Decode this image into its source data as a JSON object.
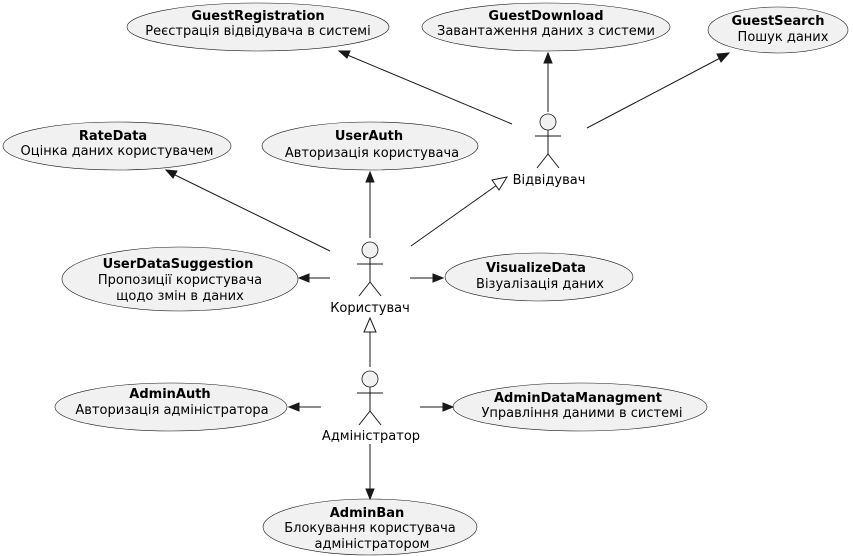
{
  "usecases": {
    "guest_registration": {
      "title": "GuestRegistration",
      "desc": "Реєстрація відвідувача в системі"
    },
    "guest_download": {
      "title": "GuestDownload",
      "desc": "Завантаження даних з системи"
    },
    "guest_search": {
      "title": "GuestSearch",
      "desc": "Пошук даних"
    },
    "rate_data": {
      "title": "RateData",
      "desc": "Оцінка даних користувачем"
    },
    "user_auth": {
      "title": "UserAuth",
      "desc": "Авторизація користувача"
    },
    "user_data_suggestion": {
      "title": "UserDataSuggestion",
      "desc1": "Пропозиції користувача",
      "desc2": "щодо змін в даних"
    },
    "visualize_data": {
      "title": "VisualizeData",
      "desc": "Візуалізація даних"
    },
    "admin_auth": {
      "title": "AdminAuth",
      "desc": "Авторизація адміністратора"
    },
    "admin_data_management": {
      "title": "AdminDataManagment",
      "desc": "Управління даними в системі"
    },
    "admin_ban": {
      "title": "AdminBan",
      "desc1": "Блокування користувача",
      "desc2": "адміністратором"
    }
  },
  "actors": {
    "visitor": "Відвідувач",
    "user": "Користувач",
    "admin": "Адміністратор"
  }
}
